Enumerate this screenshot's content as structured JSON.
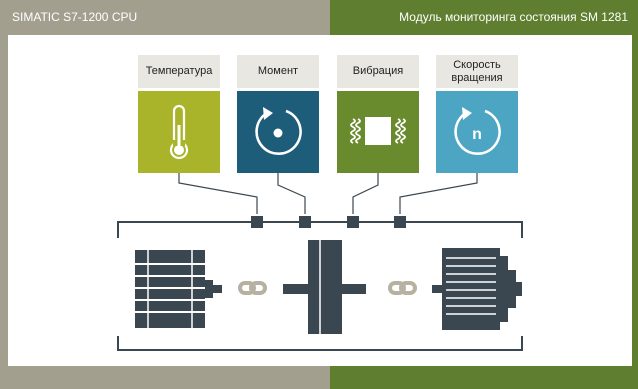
{
  "header": {
    "left_title": "SIMATIC S7-1200 CPU",
    "right_title": "Модуль мониторинга состояния SM 1281"
  },
  "sensors": [
    {
      "label": "Температура",
      "icon": "thermometer-icon",
      "color": "#A9B42A"
    },
    {
      "label": "Момент",
      "icon": "torque-rotation-icon",
      "color": "#1E5D7A"
    },
    {
      "label": "Вибрация",
      "icon": "vibration-icon",
      "color": "#6A8A2E"
    },
    {
      "label": "Скорость вращения",
      "icon": "speed-n-icon",
      "color": "#4DA5C4"
    }
  ],
  "machine_train": {
    "components": [
      "motor-icon",
      "coupling-icon",
      "flywheel-icon",
      "coupling-icon",
      "generator-icon"
    ]
  },
  "colors": {
    "left_background": "#A39F8F",
    "right_background": "#5F7E30",
    "machine": "#3B4750",
    "coupling": "#B6B1A1",
    "label_background": "#E8E7E2"
  }
}
